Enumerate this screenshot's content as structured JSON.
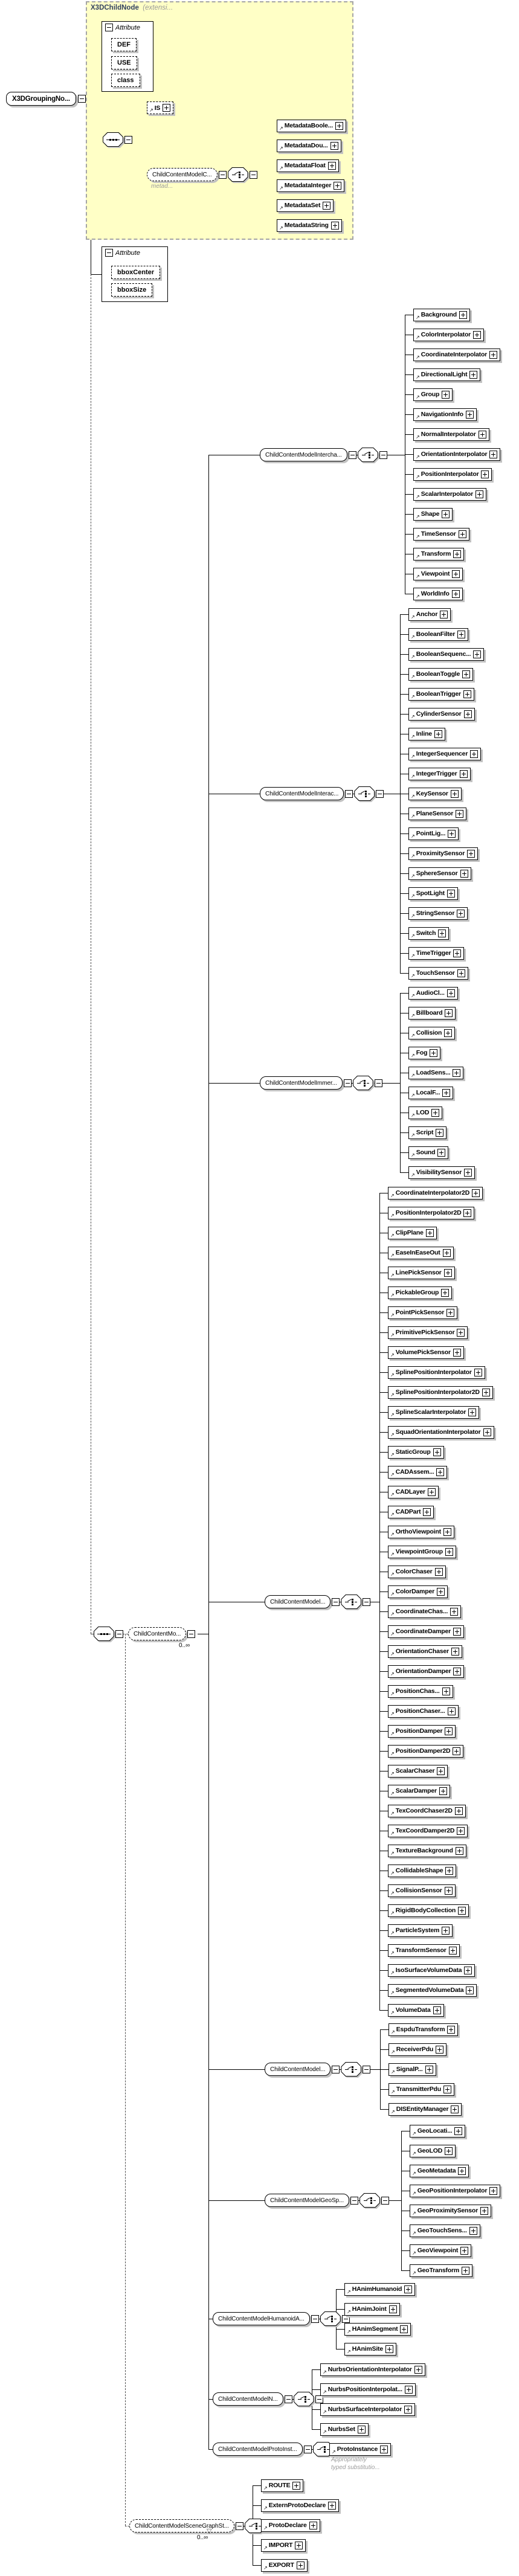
{
  "root": {
    "label": "X3DGroupingNo..."
  },
  "base_type": {
    "name": "X3DChildNode",
    "suffix": "(extensi...",
    "attributes": {
      "header": "Attribute",
      "items": [
        "DEF",
        "USE",
        "class"
      ]
    },
    "is": {
      "label": "IS"
    },
    "metadata": {
      "group_label": "ChildContentModelC...",
      "annotation": "metad...",
      "elements": [
        "MetadataBoole...",
        "MetadataDou...",
        "MetadataFloat",
        "MetadataInteger",
        "MetadataSet",
        "MetadataString"
      ]
    }
  },
  "attributes": {
    "header": "Attribute",
    "items": [
      "bboxCenter",
      "bboxSize"
    ]
  },
  "content_wrapper": {
    "label": "ChildContentMo...",
    "occurrence": "0..∞"
  },
  "groups": [
    {
      "label": "ChildContentModelIntercha...",
      "elements": [
        "Background",
        "ColorInterpolator",
        "CoordinateInterpolator",
        "DirectionalLight",
        "Group",
        "NavigationInfo",
        "NormalInterpolator",
        "OrientationInterpolator",
        "PositionInterpolator",
        "ScalarInterpolator",
        "Shape",
        "TimeSensor",
        "Transform",
        "Viewpoint",
        "WorldInfo"
      ]
    },
    {
      "label": "ChildContentModelInterac...",
      "elements": [
        "Anchor",
        "BooleanFilter",
        "BooleanSequenc...",
        "BooleanToggle",
        "BooleanTrigger",
        "CylinderSensor",
        "Inline",
        "IntegerSequencer",
        "IntegerTrigger",
        "KeySensor",
        "PlaneSensor",
        "PointLig...",
        "ProximitySensor",
        "SphereSensor",
        "SpotLight",
        "StringSensor",
        "Switch",
        "TimeTrigger",
        "TouchSensor"
      ]
    },
    {
      "label": "ChildContentModelImmer...",
      "elements": [
        "AudioCl...",
        "Billboard",
        "Collision",
        "Fog",
        "LoadSens...",
        "LocalF...",
        "LOD",
        "Script",
        "Sound",
        "VisibilitySensor"
      ]
    },
    {
      "label": "ChildContentModel...",
      "elements": [
        "CoordinateInterpolator2D",
        "PositionInterpolator2D",
        "ClipPlane",
        "EaseInEaseOut",
        "LinePickSensor",
        "PickableGroup",
        "PointPickSensor",
        "PrimitivePickSensor",
        "VolumePickSensor",
        "SplinePositionInterpolator",
        "SplinePositionInterpolator2D",
        "SplineScalarInterpolator",
        "SquadOrientationInterpolator",
        "StaticGroup",
        "CADAssem...",
        "CADLayer",
        "CADPart",
        "OrthoViewpoint",
        "ViewpointGroup",
        "ColorChaser",
        "ColorDamper",
        "CoordinateChas...",
        "CoordinateDamper",
        "OrientationChaser",
        "OrientationDamper",
        "PositionChas...",
        "PositionChaser...",
        "PositionDamper",
        "PositionDamper2D",
        "ScalarChaser",
        "ScalarDamper",
        "TexCoordChaser2D",
        "TexCoordDamper2D",
        "TextureBackground",
        "CollidableShape",
        "CollisionSensor",
        "RigidBodyCollection",
        "ParticleSystem",
        "TransformSensor",
        "IsoSurfaceVolumeData",
        "SegmentedVolumeData",
        "VolumeData"
      ]
    },
    {
      "label": "ChildContentModel...",
      "elements": [
        "EspduTransform",
        "ReceiverPdu",
        "SignalP...",
        "TransmitterPdu",
        "DISEntityManager"
      ]
    },
    {
      "label": "ChildContentModelGeoSp...",
      "elements": [
        "GeoLocati...",
        "GeoLOD",
        "GeoMetadata",
        "GeoPositionInterpolator",
        "GeoProximitySensor",
        "GeoTouchSens...",
        "GeoViewpoint",
        "GeoTransform"
      ]
    },
    {
      "label": "ChildContentModelHumanoidA...",
      "elements": [
        "HAnimHumanoid",
        "HAnimJoint",
        "HAnimSegment",
        "HAnimSite"
      ]
    },
    {
      "label": "ChildContentModelN...",
      "elements": [
        "NurbsOrientationInterpolator",
        "NurbsPositionInterpolat...",
        "NurbsSurfaceInterpolator",
        "NurbsSet"
      ]
    },
    {
      "label": "ChildContentModelProtoInst...",
      "elements": [
        "ProtoInstance"
      ],
      "annotation": [
        "Appropriately",
        "typed substitutio..."
      ]
    }
  ],
  "scene_graph": {
    "label": "ChildContentModelSceneGraphSt...",
    "occurrence": "0..∞",
    "elements": [
      "ROUTE",
      "ExternProtoDeclare",
      "ProtoDeclare",
      "IMPORT",
      "EXPORT"
    ]
  }
}
